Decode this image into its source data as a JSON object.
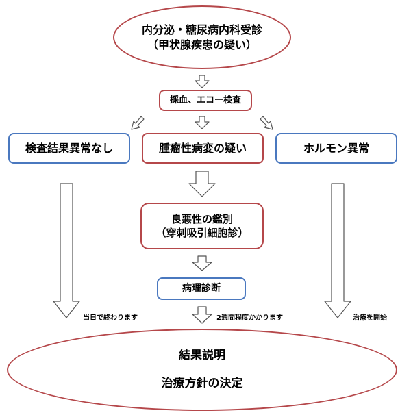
{
  "top": {
    "line1": "内分泌・糖尿病内科受診",
    "line2": "（甲状腺疾患の疑い）"
  },
  "exam": "採血、エコー検査",
  "branches": {
    "left": "検査結果異常なし",
    "center": "腫瘤性病変の疑い",
    "right": "ホルモン異常"
  },
  "differential": {
    "line1": "良悪性の鑑別",
    "line2": "（穿刺吸引細胞診）"
  },
  "pathology": "病理診断",
  "notes": {
    "left": "当日で終わります",
    "center": "2週間程度かかります",
    "right": "治療を開始"
  },
  "result": {
    "line1": "結果説明",
    "line2": "治療方針の決定"
  },
  "colors": {
    "red_border": "#b5474a",
    "blue_border": "#4a78bf"
  }
}
